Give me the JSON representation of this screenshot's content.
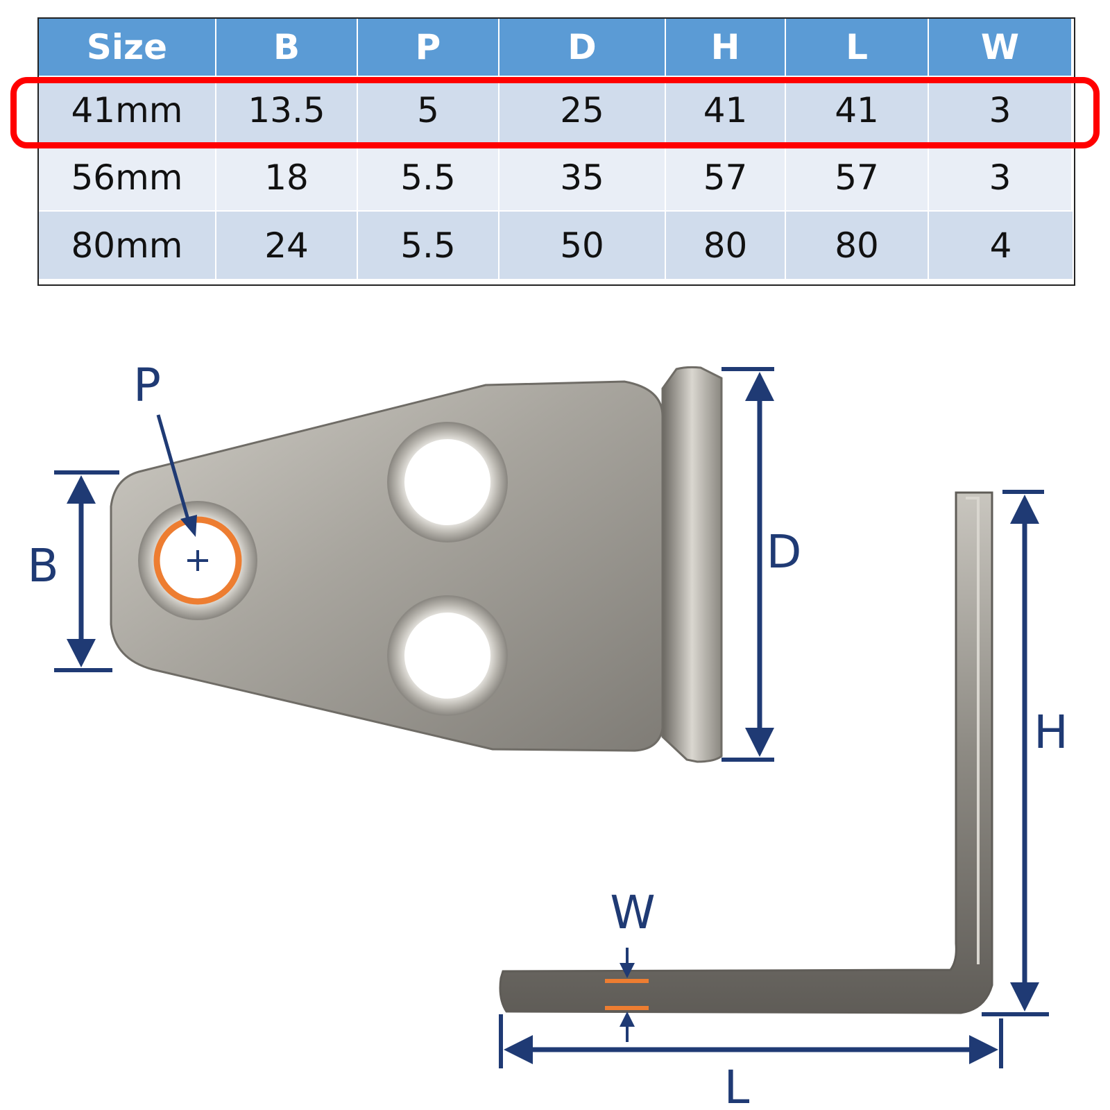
{
  "table": {
    "headers": [
      "Size",
      "B",
      "P",
      "D",
      "H",
      "L",
      "W"
    ],
    "rows": [
      [
        "41mm",
        "13.5",
        "5",
        "25",
        "41",
        "41",
        "3"
      ],
      [
        "56mm",
        "18",
        "5.5",
        "35",
        "57",
        "57",
        "3"
      ],
      [
        "80mm",
        "24",
        "5.5",
        "50",
        "80",
        "80",
        "4"
      ]
    ],
    "highlighted_row": 0
  },
  "diagram": {
    "labels": {
      "P": "P",
      "B": "B",
      "D": "D",
      "H": "H",
      "W": "W",
      "L": "L"
    },
    "colors": {
      "dimension": "#1f3a74",
      "highlight_ring": "#ed7d31",
      "metal": "#a6a39c",
      "metal_dark": "#6f6c66",
      "metal_light": "#d4d1ca",
      "table_header": "#5b9bd5",
      "highlight_box": "#ff0000"
    }
  }
}
